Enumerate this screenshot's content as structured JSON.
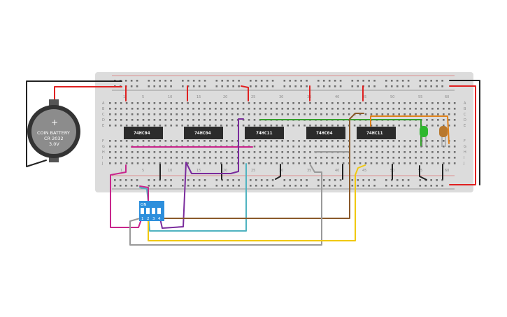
{
  "battery": {
    "plus": "+",
    "line1": "COIN BATTERY",
    "line2": "CR 2032",
    "line3": "3.0V"
  },
  "chips": [
    "74HC04",
    "74HC04",
    "74HC11",
    "74HC04",
    "74HC11"
  ],
  "column_numbers": [
    "1",
    "5",
    "10",
    "15",
    "20",
    "25",
    "30",
    "35",
    "40",
    "45",
    "50",
    "55",
    "60"
  ],
  "row_letters_top": [
    "A",
    "B",
    "C",
    "D",
    "E"
  ],
  "row_letters_bottom": [
    "F",
    "G",
    "H",
    "I",
    "J"
  ],
  "dip_switch": {
    "on_label": "ON",
    "numbers": [
      "1",
      "2",
      "3",
      "4"
    ]
  },
  "colors": {
    "breadboard": "#dcdcdc",
    "chip": "#2b2b2b",
    "wire_red": "#e02020",
    "wire_black": "#222222",
    "wire_magenta": "#c8268c",
    "wire_purple": "#7a2b9c",
    "wire_cyan": "#4fb3c0",
    "wire_green": "#35a02c",
    "wire_orange": "#e0821a",
    "wire_brown": "#8a5a2b",
    "wire_gray": "#999999",
    "wire_yellow": "#f0c810",
    "led_green": "#2eb82e",
    "led_brown": "#b8782e",
    "dip_blue": "#2d8fdc"
  }
}
